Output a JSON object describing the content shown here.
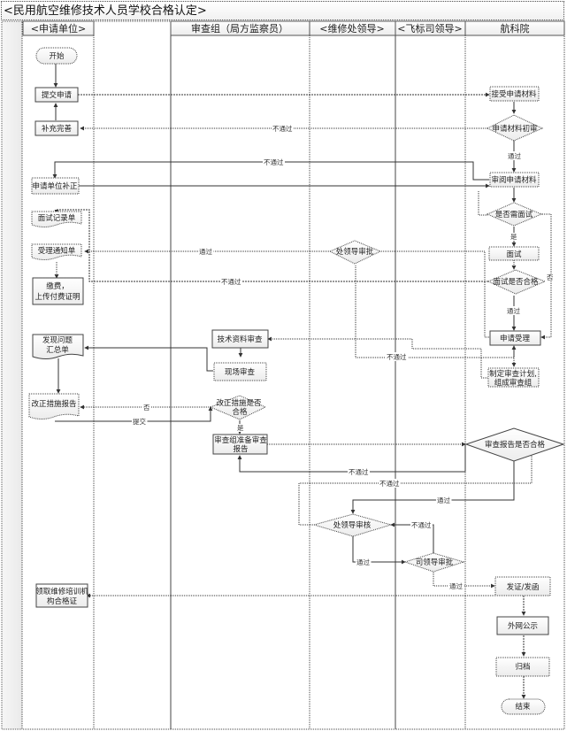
{
  "title": "<民用航空维修技术人员学校合格认定>",
  "lanes": [
    {
      "id": "applicant",
      "label": "<申请单位>"
    },
    {
      "id": "review_group",
      "label": "审查组（局方监察员）"
    },
    {
      "id": "maint_leader",
      "label": "<维修处领导>"
    },
    {
      "id": "flight_std_leader",
      "label": "<飞标司领导>"
    },
    {
      "id": "aero_institute",
      "label": "航科院"
    }
  ],
  "nodes": {
    "start": "开始",
    "submit_application": "提交申请",
    "supplement": "补充完善",
    "applicant_correction": "申请单位补正",
    "interview_record": "面试记录单",
    "acceptance_notice": "受理通知单",
    "payment_line1": "缴费，",
    "payment_line2": "上传付费证明",
    "issue_summary_line1": "发现问题",
    "issue_summary_line2": "汇总单",
    "corrective_report": "改正措施报告",
    "receive_cert_line1": "领取维修培训机",
    "receive_cert_line2": "构合格证",
    "tech_doc_review": "技术资料审查",
    "onsite_review": "现场审查",
    "corrective_ok_line1": "改正措施是否",
    "corrective_ok_line2": "合格",
    "prepare_report_line1": "审查组准备审查",
    "prepare_report_line2": "报告",
    "division_approval": "处领导审批",
    "division_review": "处领导审核",
    "dept_approval": "司领导审批",
    "receive_materials": "接受申请材料",
    "initial_review": "申请材料初审",
    "review_materials": "审阅申请材料",
    "need_interview": "是否需面试",
    "interview": "面试",
    "interview_pass": "面试是否合格",
    "accept_application": "申请受理",
    "make_plan_line1": "制定审查计划,",
    "make_plan_line2": "组成审查组",
    "report_ok": "审查报告是否合格",
    "issue_cert": "发证/发函",
    "publish": "外网公示",
    "archive": "归档",
    "end": "结束"
  },
  "edge_labels": {
    "fail": "不通过",
    "pass": "通过",
    "yes": "是",
    "no": "否",
    "submit": "提交"
  }
}
